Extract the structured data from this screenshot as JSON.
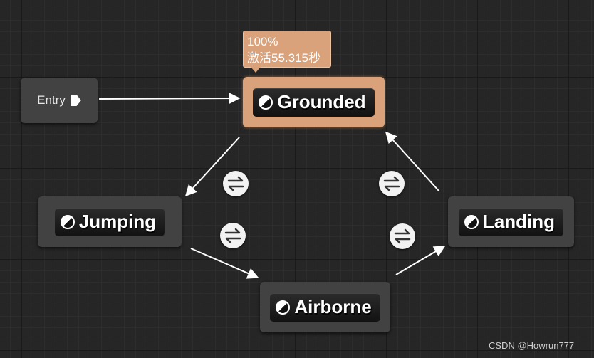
{
  "entry": {
    "label": "Entry"
  },
  "states": {
    "grounded": {
      "label": "Grounded"
    },
    "jumping": {
      "label": "Jumping"
    },
    "airborne": {
      "label": "Airborne"
    },
    "landing": {
      "label": "Landing"
    }
  },
  "active_state_tooltip": {
    "weight": "100%",
    "active_time": "激活55.315秒"
  },
  "transitions": [
    {
      "from": "Entry",
      "to": "Grounded"
    },
    {
      "from": "Grounded",
      "to": "Jumping"
    },
    {
      "from": "Jumping",
      "to": "Airborne"
    },
    {
      "from": "Airborne",
      "to": "Landing"
    },
    {
      "from": "Landing",
      "to": "Grounded"
    }
  ],
  "watermark": "CSDN @Howrun777",
  "colors": {
    "background": "#262626",
    "active_node": "#d9a27a",
    "node": "#424242",
    "edge": "#ffffff"
  }
}
